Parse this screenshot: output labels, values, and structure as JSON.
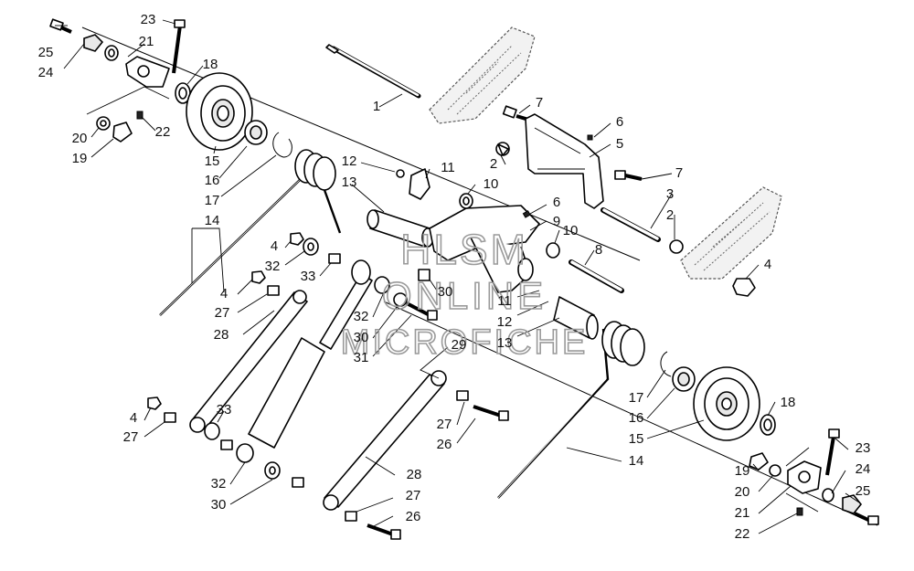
{
  "watermark": {
    "line1": "HLSM",
    "line2": "ONLINE",
    "line3": "MICROFICHE"
  },
  "callouts": [
    {
      "id": "c25a",
      "text": "25"
    },
    {
      "id": "c24a",
      "text": "24"
    },
    {
      "id": "c23a",
      "text": "23"
    },
    {
      "id": "c21a",
      "text": "21"
    },
    {
      "id": "c18a",
      "text": "18"
    },
    {
      "id": "c20a",
      "text": "20"
    },
    {
      "id": "c19a",
      "text": "19"
    },
    {
      "id": "c22a",
      "text": "22"
    },
    {
      "id": "c15a",
      "text": "15"
    },
    {
      "id": "c16a",
      "text": "16"
    },
    {
      "id": "c17a",
      "text": "17"
    },
    {
      "id": "c14a",
      "text": "14"
    },
    {
      "id": "c1",
      "text": "1"
    },
    {
      "id": "c7a",
      "text": "7"
    },
    {
      "id": "c6a",
      "text": "6"
    },
    {
      "id": "c5",
      "text": "5"
    },
    {
      "id": "c2a",
      "text": "2"
    },
    {
      "id": "c7b",
      "text": "7"
    },
    {
      "id": "c3",
      "text": "3"
    },
    {
      "id": "c2b",
      "text": "2"
    },
    {
      "id": "c4a",
      "text": "4"
    },
    {
      "id": "c12a",
      "text": "12"
    },
    {
      "id": "c11a",
      "text": "11"
    },
    {
      "id": "c13a",
      "text": "13"
    },
    {
      "id": "c10a",
      "text": "10"
    },
    {
      "id": "c6b",
      "text": "6"
    },
    {
      "id": "c9",
      "text": "9"
    },
    {
      "id": "c10b",
      "text": "10"
    },
    {
      "id": "c8",
      "text": "8"
    },
    {
      "id": "c4b",
      "text": "4"
    },
    {
      "id": "c32a",
      "text": "32"
    },
    {
      "id": "c33a",
      "text": "33"
    },
    {
      "id": "c4c",
      "text": "4"
    },
    {
      "id": "c27a",
      "text": "27"
    },
    {
      "id": "c28a",
      "text": "28"
    },
    {
      "id": "c30a",
      "text": "30"
    },
    {
      "id": "c11b",
      "text": "11"
    },
    {
      "id": "c12b",
      "text": "12"
    },
    {
      "id": "c13b",
      "text": "13"
    },
    {
      "id": "c32b",
      "text": "32"
    },
    {
      "id": "c30b",
      "text": "30"
    },
    {
      "id": "c31",
      "text": "31"
    },
    {
      "id": "c29",
      "text": "29"
    },
    {
      "id": "c17b",
      "text": "17"
    },
    {
      "id": "c16b",
      "text": "16"
    },
    {
      "id": "c15b",
      "text": "15"
    },
    {
      "id": "c18b",
      "text": "18"
    },
    {
      "id": "c14b",
      "text": "14"
    },
    {
      "id": "c4d",
      "text": "4"
    },
    {
      "id": "c27b",
      "text": "27"
    },
    {
      "id": "c33b",
      "text": "33"
    },
    {
      "id": "c27c",
      "text": "27"
    },
    {
      "id": "c26a",
      "text": "26"
    },
    {
      "id": "c28b",
      "text": "28"
    },
    {
      "id": "c32c",
      "text": "32"
    },
    {
      "id": "c30c",
      "text": "30"
    },
    {
      "id": "c27d",
      "text": "27"
    },
    {
      "id": "c26b",
      "text": "26"
    },
    {
      "id": "c23b",
      "text": "23"
    },
    {
      "id": "c19b",
      "text": "19"
    },
    {
      "id": "c24b",
      "text": "24"
    },
    {
      "id": "c20b",
      "text": "20"
    },
    {
      "id": "c25b",
      "text": "25"
    },
    {
      "id": "c21b",
      "text": "21"
    },
    {
      "id": "c22b",
      "text": "22"
    }
  ]
}
